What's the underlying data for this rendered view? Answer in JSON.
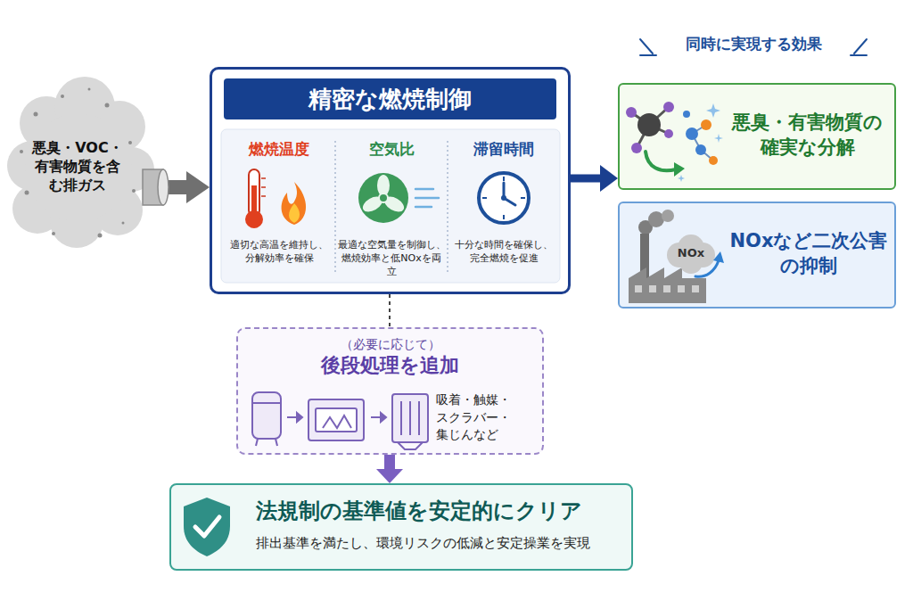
{
  "diagram": {
    "nodes": [
      {
        "text": [
          "悪臭・VOC・有害物質を含む排ガス"
        ]
      },
      {
        "text": [
          "精密な燃焼制御"
        ]
      },
      {
        "text": [
          "燃焼温度",
          "適切な高温を維持し、分解効率を確保"
        ],
        "in": 1
      },
      {
        "text": [
          "空気比",
          "最適な空気量を制御し、燃焼効率と低NOxを両立"
        ],
        "in": 1
      },
      {
        "text": [
          "滞留時間",
          "十分な時間を確保し、完全燃焼を促進"
        ],
        "in": 1
      },
      {
        "text": [
          "悪臭・有害物質の確実な分解"
        ]
      },
      {
        "text": [
          "NOxなど二次公害の抑制"
        ]
      },
      {
        "text": [
          "（必要に応じて）",
          "後段処理を追加",
          "吸着・触媒・スクラバー・集じんなど"
        ]
      },
      {
        "text": [
          "法規制の基準値を安定的にクリア",
          "排出基準を満たし、環境リスクの低減と安定操業を実現"
        ]
      }
    ],
    "edges": [
      {
        "from": 0,
        "to": 1,
        "arrow": "to"
      },
      {
        "from": 1,
        "to": 5,
        "arrow": "to"
      },
      {
        "from": 1,
        "to": 7,
        "arrow": "none"
      },
      {
        "from": 7,
        "to": 8,
        "arrow": "to"
      }
    ],
    "labels": [
      "同時に実現する効果",
      "NOx"
    ]
  }
}
